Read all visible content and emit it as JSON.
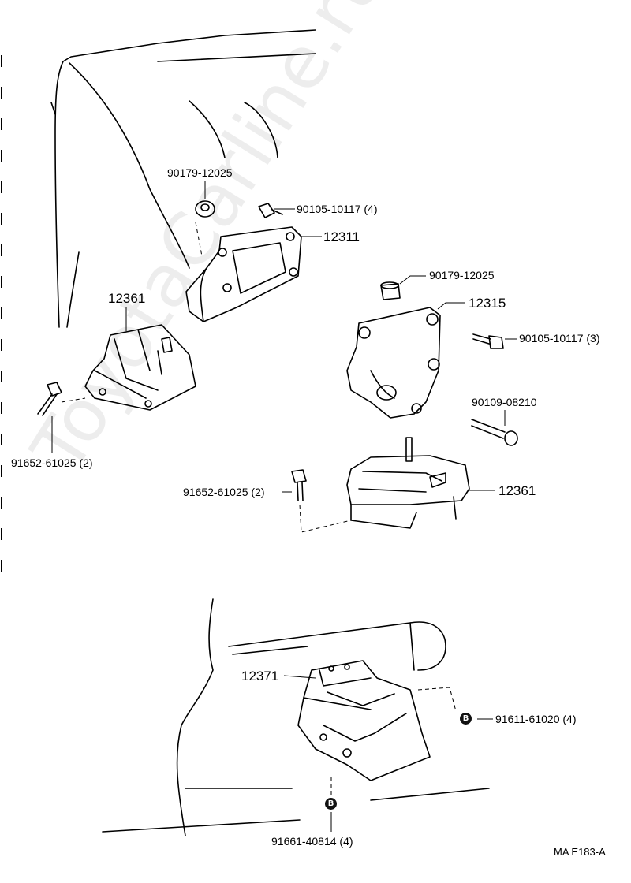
{
  "watermark": "ToyotaCarline.ru",
  "badge_letter": "B",
  "drawing_code": "MA  E183-A",
  "labels": {
    "nut_top": "90179-12025",
    "bolt_top": "90105-10117 (4)",
    "bracket_front": "12311",
    "insulator_left": "12361",
    "bolt_left": "91652-61025 (2)",
    "nut_right": "90179-12025",
    "bracket_right": "12315",
    "bolt_right": "90105-10117 (3)",
    "bolt_long": "90109-08210",
    "bolt_mid": "91652-61025 (2)",
    "insulator_right": "12361",
    "insulator_rear": "12371",
    "bolt_rear_b": "91611-61020 (4)",
    "bolt_bottom_b": "91661-40814 (4)"
  }
}
